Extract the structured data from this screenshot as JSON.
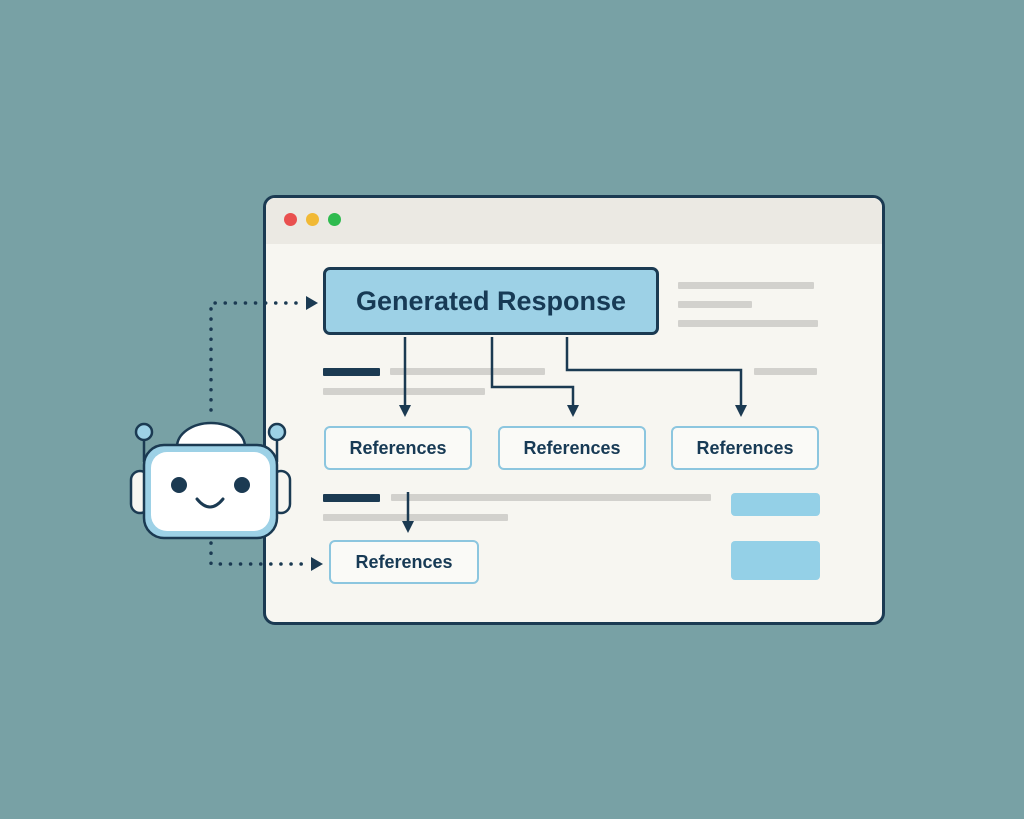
{
  "window": {
    "controls": [
      {
        "name": "close",
        "color": "#e9504f"
      },
      {
        "name": "minimize",
        "color": "#f1b935"
      },
      {
        "name": "maximize",
        "color": "#2fbb4f"
      }
    ]
  },
  "diagram": {
    "generated_response_label": "Generated Response",
    "references": [
      {
        "label": "References"
      },
      {
        "label": "References"
      },
      {
        "label": "References"
      },
      {
        "label": "References"
      }
    ]
  },
  "colors": {
    "background": "#78a1a5",
    "window_bg": "#f7f6f1",
    "outline": "#1b3a52",
    "accent_blue": "#9dd1e6",
    "reference_border": "#8cc6df",
    "placeholder_gray": "#d2d1cd"
  },
  "icons": {
    "robot": "robot-assistant-icon"
  }
}
